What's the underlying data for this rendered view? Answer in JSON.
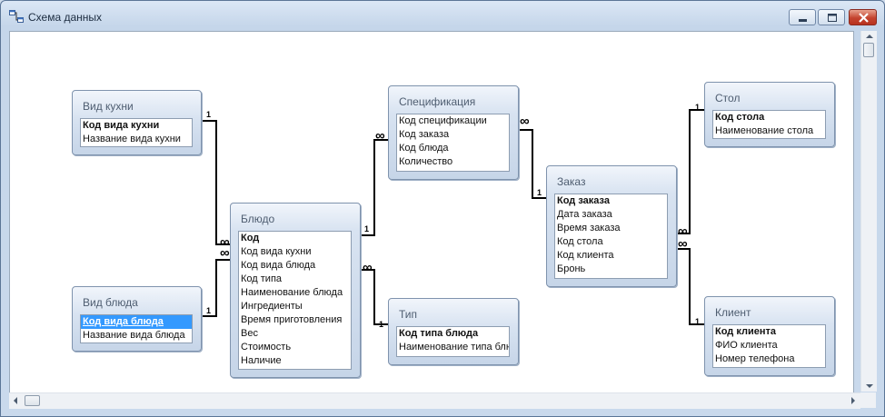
{
  "window": {
    "title": "Схема данных"
  },
  "tables": {
    "vid_kuhni": {
      "title": "Вид кухни",
      "fields": [
        "Код вида кухни",
        "Название вида кухни"
      ]
    },
    "vid_bluda": {
      "title": "Вид блюда",
      "fields": [
        "Код вида блюда",
        "Название вида блюда"
      ]
    },
    "bludo": {
      "title": "Блюдо",
      "fields": [
        "Код",
        "Код вида кухни",
        "Код вида блюда",
        "Код типа",
        "Наименование блюда",
        "Ингредиенты",
        "Время приготовления",
        "Вес",
        "Стоимость",
        "Наличие"
      ]
    },
    "specifikaciya": {
      "title": "Спецификация",
      "fields": [
        "Код спецификации",
        "Код заказа",
        "Код блюда",
        "Количество"
      ]
    },
    "tip": {
      "title": "Тип",
      "fields": [
        "Код типа блюда",
        "Наименование типа блю"
      ]
    },
    "zakaz": {
      "title": "Заказ",
      "fields": [
        "Код заказа",
        "Дата заказа",
        "Время заказа",
        "Код стола",
        "Код клиента",
        "Бронь"
      ]
    },
    "stol": {
      "title": "Стол",
      "fields": [
        "Код стола",
        "Наименование стола"
      ]
    },
    "klient": {
      "title": "Клиент",
      "fields": [
        "Код клиента",
        "ФИО клиента",
        "Номер телефона"
      ]
    }
  },
  "relationships": {
    "one_label": "1",
    "many_label": "∞",
    "count": 7
  },
  "icons": {
    "title_icon": "relationships-icon",
    "minimize": "minimize-icon",
    "maximize": "restore-icon",
    "close": "close-icon"
  }
}
